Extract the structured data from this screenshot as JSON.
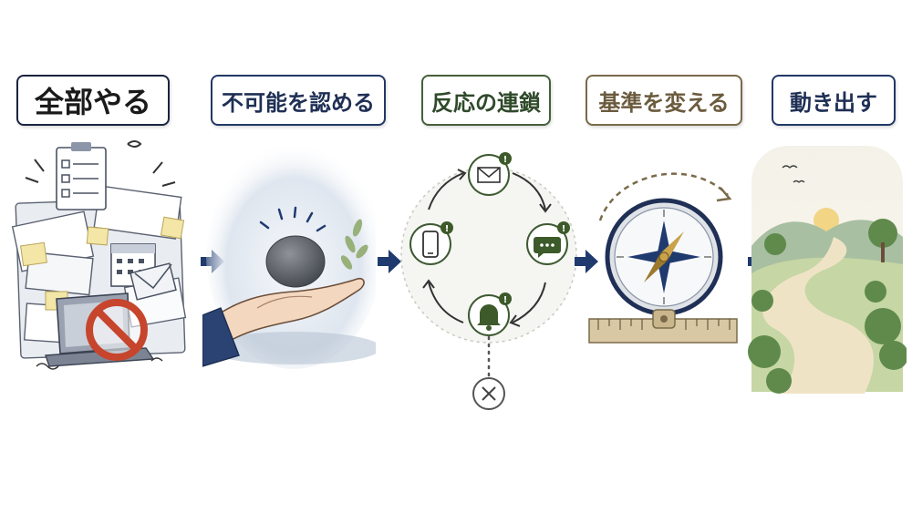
{
  "steps": [
    {
      "label": "全部やる"
    },
    {
      "label": "不可能を認める"
    },
    {
      "label": "反応の連鎖"
    },
    {
      "label": "基準を変える"
    },
    {
      "label": "動き出す"
    }
  ],
  "colors": {
    "navy": "#1f3a6e",
    "green": "#3e5a32",
    "brown": "#7a6a4a",
    "prohibit_red": "#c6452c",
    "badge_green": "#3d5a2a"
  },
  "icons": [
    "document-pile",
    "prohibit-icon",
    "hand-holding-stone",
    "mail-icon",
    "speech-bubble-icon",
    "bell-icon",
    "smartphone-icon",
    "cross-circle-icon",
    "compass",
    "ruler",
    "winding-path"
  ]
}
